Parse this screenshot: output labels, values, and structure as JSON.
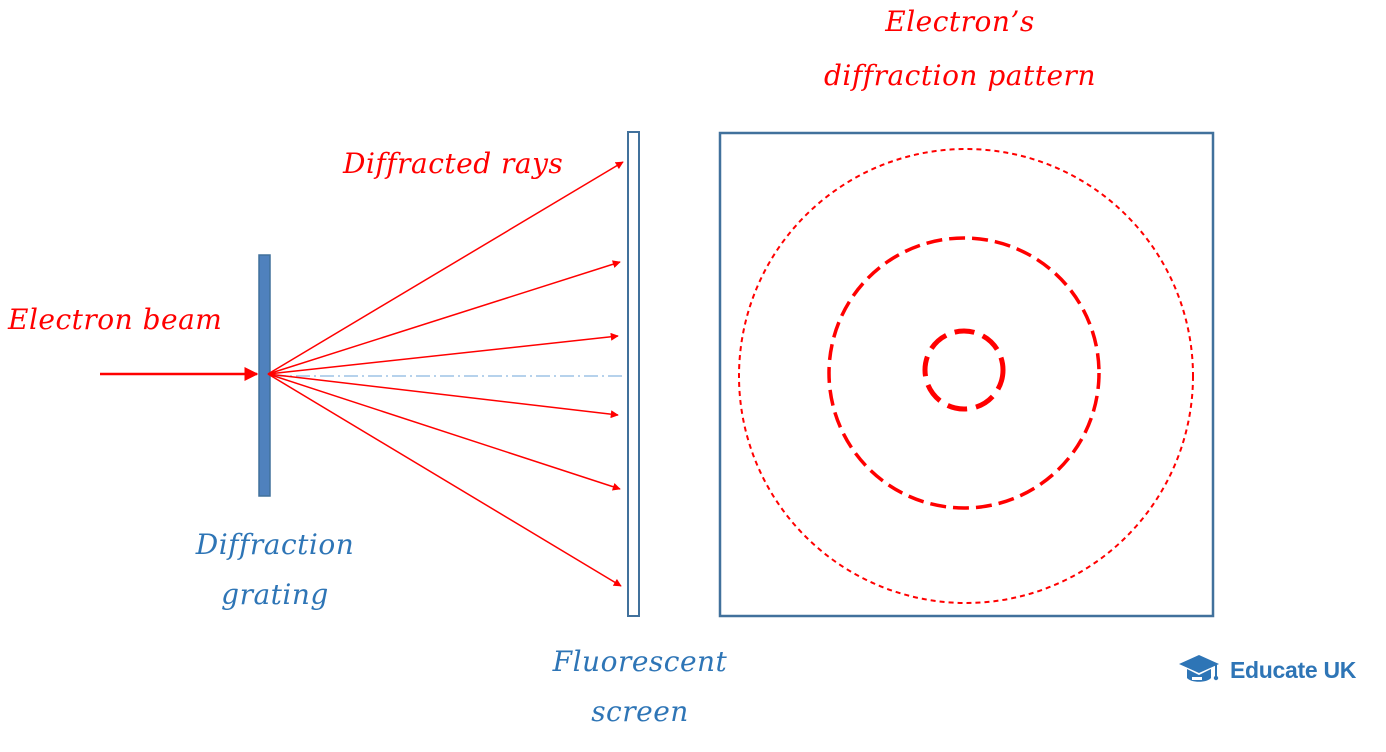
{
  "labels": {
    "electron_beam": "Electron beam",
    "diffracted_rays": "Diffracted rays",
    "grating_line1": "Diffraction",
    "grating_line2": "grating",
    "screen_line1": "Fluorescent",
    "screen_line2": "screen",
    "pattern_line1": "Electron’s",
    "pattern_line2": "diffraction pattern"
  },
  "brand": {
    "name": "Educate UK",
    "icon": "graduation-cap-icon"
  },
  "colors": {
    "ray": "#ff0000",
    "label_red": "#ff0000",
    "label_blue": "#2e75b6",
    "grating_fill": "#4f81bd",
    "outline": "#41719c",
    "axis": "#9dc3e6",
    "brand": "#2e75b6"
  },
  "rays": {
    "count": 6
  },
  "pattern": {
    "ring_count": 3
  }
}
